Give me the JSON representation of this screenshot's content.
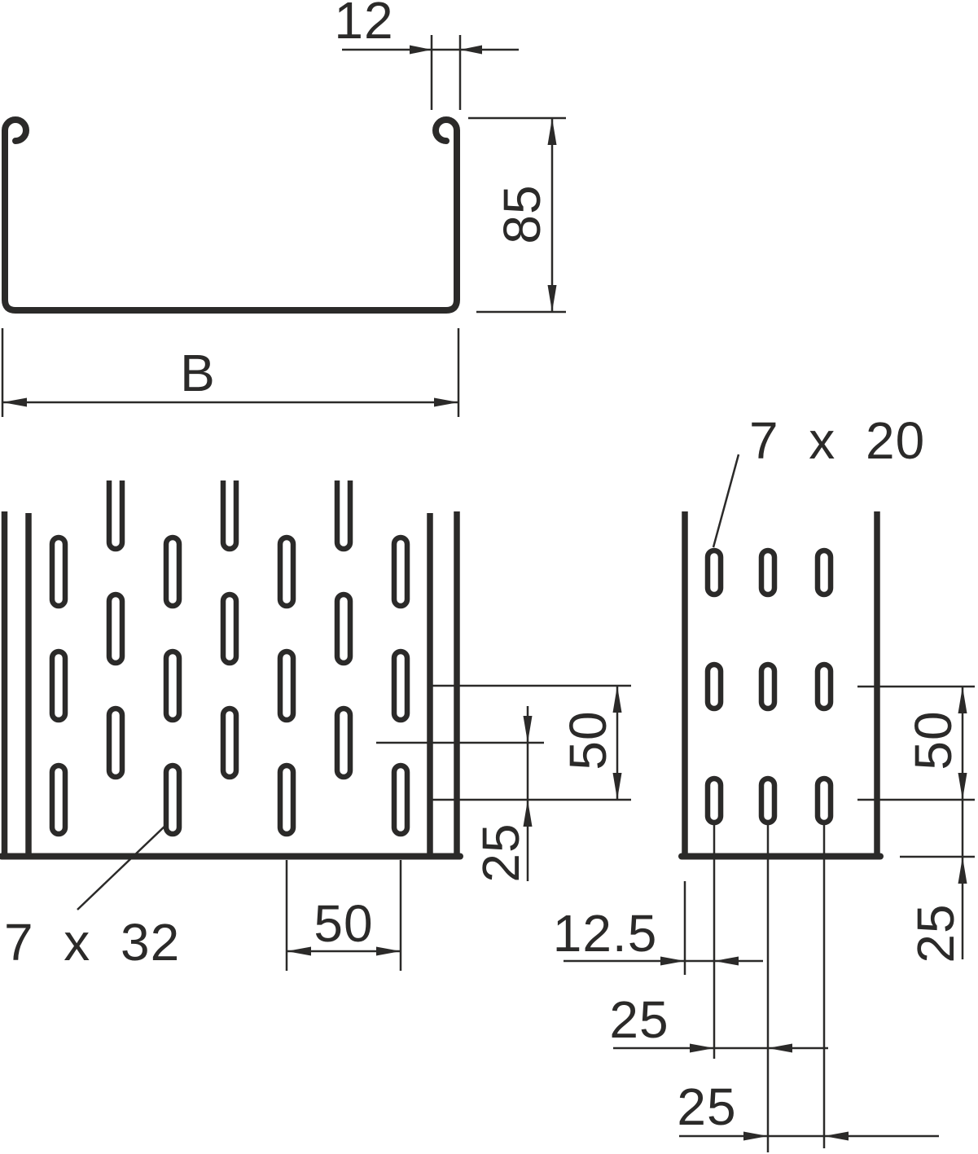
{
  "page": {
    "background": "#ffffff",
    "ink": "#2b2a29"
  },
  "cross_section": {
    "dim_flange": "12",
    "dim_height": "85",
    "dim_width": "B"
  },
  "plan_view": {
    "slot_label": "7 x 32",
    "dim_row_pitch": "50",
    "dim_row_offset": "25",
    "dim_col_pitch": "50"
  },
  "side_view": {
    "slot_label": "7 x 20",
    "dim_row_pitch": "50",
    "dim_bottom_offset": "25",
    "dim_edge_offset": "12.5",
    "dim_col_gap_a": "25",
    "dim_col_gap_b": "25"
  }
}
